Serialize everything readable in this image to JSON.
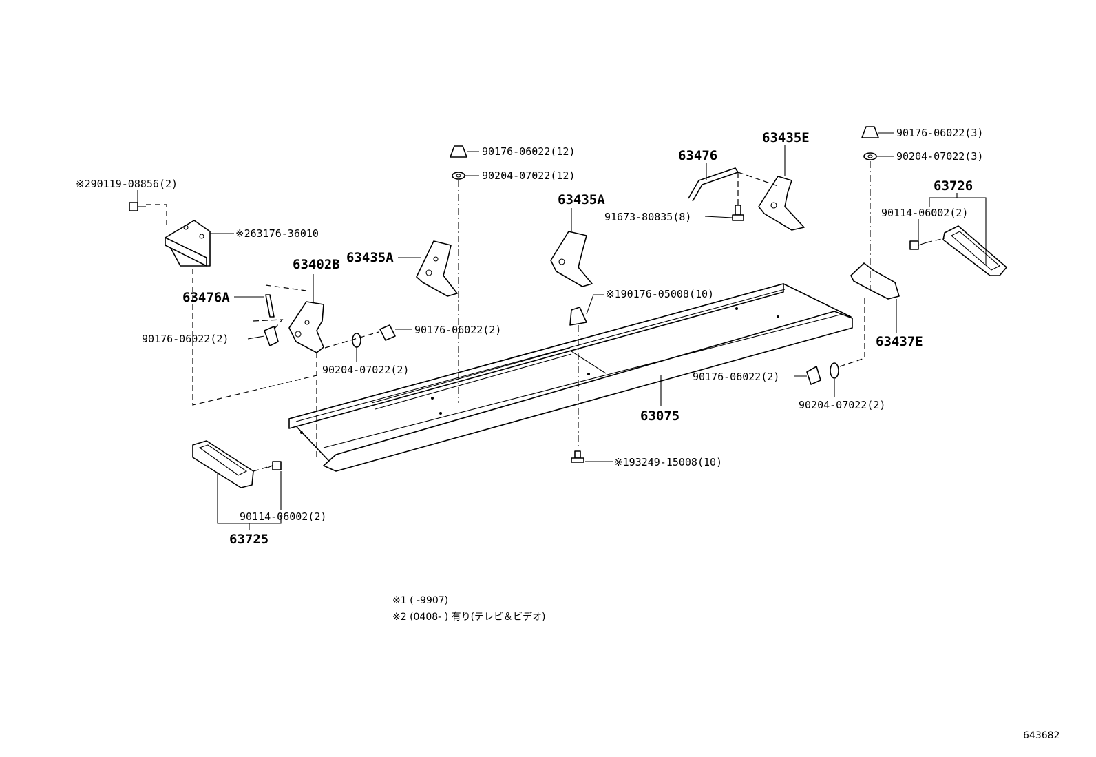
{
  "callouts": {
    "c_290119_08856": "※290119-08856(2)",
    "c_263176_36010": "※263176-36010",
    "c_63476A": "63476A",
    "c_90176_06022_2_left": "90176-06022(2)",
    "c_63402B": "63402B",
    "c_63435A_left": "63435A",
    "c_90176_06022_12": "90176-06022(12)",
    "c_90204_07022_12": "90204-07022(12)",
    "c_90176_06022_2_mid": "90176-06022(2)",
    "c_90204_07022_2_mid": "90204-07022(2)",
    "c_63435A_mid": "63435A",
    "c_190176_05008": "※190176-05008(10)",
    "c_63476": "63476",
    "c_63435E": "63435E",
    "c_91673_80835": "91673-80835(8)",
    "c_90176_06022_3": "90176-06022(3)",
    "c_90204_07022_3": "90204-07022(3)",
    "c_63726": "63726",
    "c_90114_06002_2_right": "90114-06002(2)",
    "c_63437E": "63437E",
    "c_90176_06022_2_right": "90176-06022(2)",
    "c_90204_07022_2_right": "90204-07022(2)",
    "c_63075": "63075",
    "c_193249_15008": "※193249-15008(10)",
    "c_90114_06002_2_left": "90114-06002(2)",
    "c_63725": "63725"
  },
  "notes": {
    "note1": "※1 (        -9907)",
    "note2": "※2 (0408-        ) 有り(テレビ＆ビデオ)"
  },
  "figure_number": "643682"
}
